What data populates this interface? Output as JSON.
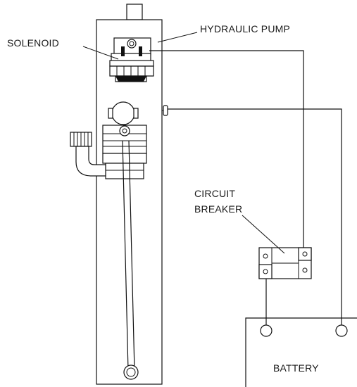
{
  "labels": {
    "solenoid": "SOLENOID",
    "hydraulic_pump": "HYDRAULIC PUMP",
    "circuit_breaker_line1": "CIRCUIT",
    "circuit_breaker_line2": "BREAKER",
    "battery": "BATTERY"
  }
}
